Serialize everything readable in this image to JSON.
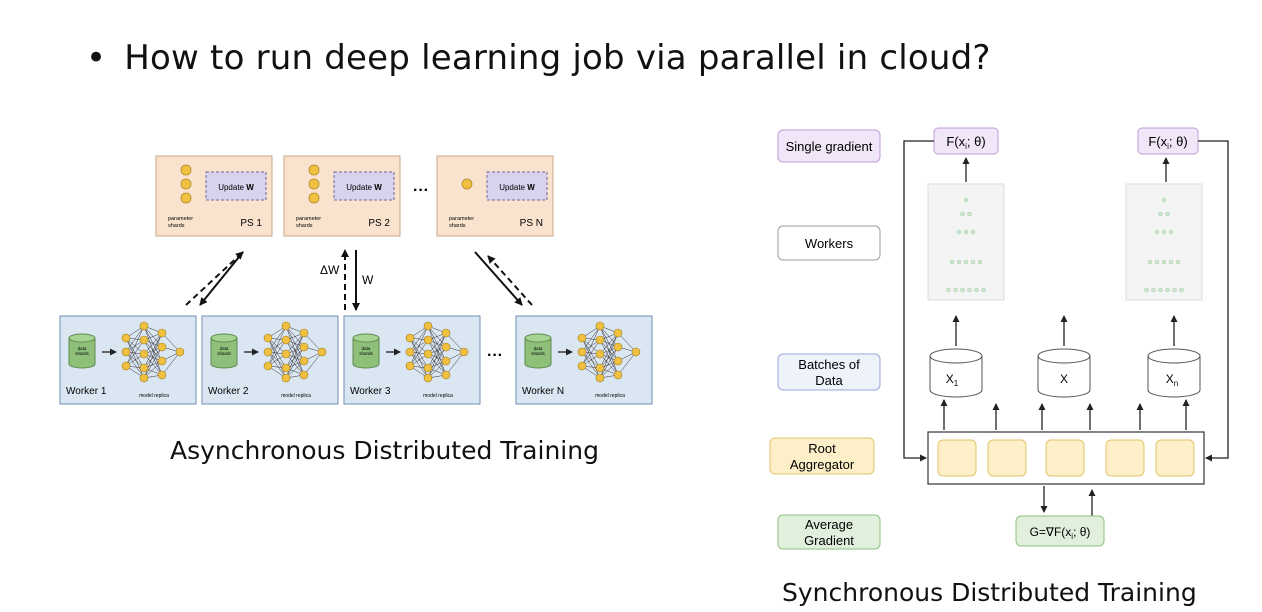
{
  "slide": {
    "bullet": "•",
    "title": "How to run deep learning job via parallel in cloud?"
  },
  "async_diagram": {
    "caption": "Asynchronous Distributed Training",
    "ps_nodes": [
      {
        "label": "PS 1",
        "update": "Update",
        "update_var": "W",
        "shards": "parameter shards"
      },
      {
        "label": "PS 2",
        "update": "Update",
        "update_var": "W",
        "shards": "parameter shards"
      },
      {
        "label": "PS N",
        "update": "Update",
        "update_var": "W",
        "shards": "parameter shards"
      }
    ],
    "ellipsis": "···",
    "delta_w": "ΔW",
    "w": "W",
    "workers": [
      {
        "label": "Worker 1",
        "data": "data shards",
        "model": "model replica"
      },
      {
        "label": "Worker 2",
        "data": "data shards",
        "model": "model replica"
      },
      {
        "label": "Worker 3",
        "data": "data shards",
        "model": "model replica"
      },
      {
        "label": "Worker N",
        "data": "data shards",
        "model": "model replica"
      }
    ],
    "colors": {
      "ps_fill": "#f9e3cf",
      "ps_border": "#c9a98a",
      "update_fill": "#d9d2ee",
      "worker_fill": "#dbe6f3",
      "worker_border": "#6f8fb3",
      "node": "#f0c040",
      "db": "#8ec07a"
    }
  },
  "sync_diagram": {
    "caption": "Synchronous Distributed Training",
    "legend": {
      "single_gradient": "Single gradient",
      "workers": "Workers",
      "batches_line1": "Batches of",
      "batches_line2": "Data",
      "root_line1": "Root",
      "root_line2": "Aggregator",
      "avg_line1": "Average",
      "avg_line2": "Gradient"
    },
    "f_left": "F(x; θ)",
    "f_right": "F(x; θ)",
    "f_sub": "i",
    "batch_left": "X",
    "batch_left_sub": "1",
    "batch_mid": "X",
    "batch_right": "X",
    "batch_right_sub": "n",
    "grad": "G=∇F(x; θ)",
    "grad_sub": "i",
    "colors": {
      "purple_fill": "#f1e6f7",
      "purple_border": "#c39bd3",
      "gray_border": "#9e9e9e",
      "blue_fill": "#eef2fb",
      "blue_border": "#9aa8d8",
      "yellow_fill": "#fdf0c9",
      "yellow_border": "#e4c46a",
      "green_fill": "#e1efdd",
      "green_border": "#8fbf83"
    }
  }
}
